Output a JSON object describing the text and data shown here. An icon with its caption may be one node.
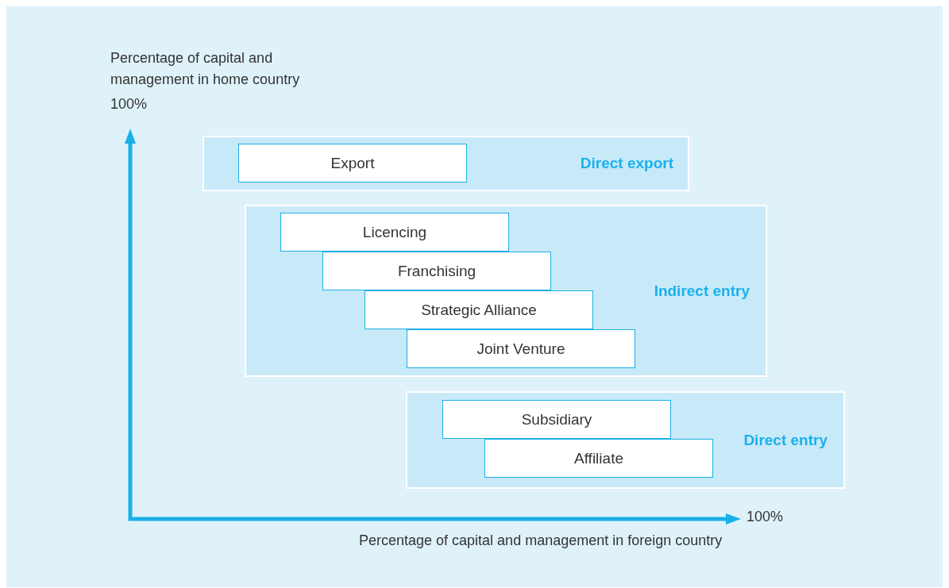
{
  "diagram": {
    "nodes": [
      {
        "text": [
          "Direct export"
        ]
      },
      {
        "text": [
          "Export"
        ],
        "in": 0
      },
      {
        "text": [
          "Indirect entry"
        ]
      },
      {
        "text": [
          "Licencing"
        ],
        "in": 2
      },
      {
        "text": [
          "Franchising"
        ],
        "in": 2
      },
      {
        "text": [
          "Strategic Alliance"
        ],
        "in": 2
      },
      {
        "text": [
          "Joint Venture"
        ],
        "in": 2
      },
      {
        "text": [
          "Direct entry"
        ]
      },
      {
        "text": [
          "Subsidiary"
        ],
        "in": 7
      },
      {
        "text": [
          "Affiliate"
        ],
        "in": 7
      }
    ],
    "labels": [
      "Percentage of capital and management in home country",
      "100%",
      "100%",
      "Percentage of capital and management in foreign country"
    ]
  }
}
